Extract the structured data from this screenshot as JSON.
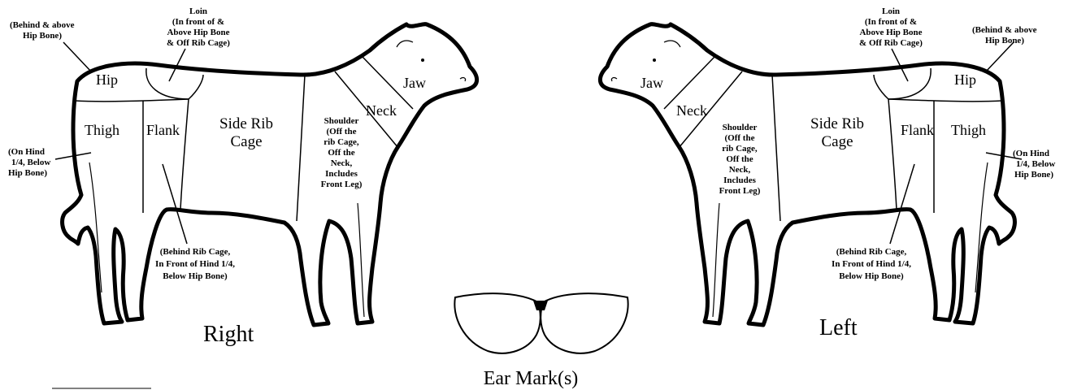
{
  "right_cow": {
    "side_label": "Right",
    "parts": {
      "hip": "Hip",
      "thigh": "Thigh",
      "flank": "Flank",
      "side_rib_cage": [
        "Side Rib",
        "Cage"
      ],
      "neck": "Neck",
      "jaw": "Jaw"
    },
    "notes": {
      "hip": [
        "(Behind & above",
        "Hip Bone)"
      ],
      "loin": [
        "Loin",
        "(In front of &",
        "Above Hip Bone",
        "& Off Rib Cage)"
      ],
      "thigh": [
        "(On Hind",
        "1/4, Below",
        "Hip Bone)"
      ],
      "flank": [
        "(Behind Rib Cage,",
        "In Front of Hind 1/4,",
        "Below Hip Bone)"
      ],
      "shoulder": [
        "Shoulder",
        "(Off the",
        "rib Cage,",
        "Off the",
        "Neck,",
        "Includes",
        "Front Leg)"
      ]
    }
  },
  "left_cow": {
    "side_label": "Left",
    "parts": {
      "hip": "Hip",
      "thigh": "Thigh",
      "flank": "Flank",
      "side_rib_cage": [
        "Side Rib",
        "Cage"
      ],
      "neck": "Neck",
      "jaw": "Jaw"
    },
    "notes": {
      "hip": [
        "(Behind & above",
        "Hip Bone)"
      ],
      "loin": [
        "Loin",
        "(In front of &",
        "Above Hip Bone",
        "& Off Rib Cage)"
      ],
      "thigh": [
        "(On Hind",
        "1/4, Below",
        "Hip Bone)"
      ],
      "flank": [
        "(Behind Rib Cage,",
        "In Front of Hind 1/4,",
        "Below Hip Bone)"
      ],
      "shoulder": [
        "Shoulder",
        "(Off the",
        "rib Cage,",
        "Off the",
        "Neck,",
        "Includes",
        "Front Leg)"
      ]
    }
  },
  "ear_marks": {
    "label": "Ear Mark(s)"
  }
}
